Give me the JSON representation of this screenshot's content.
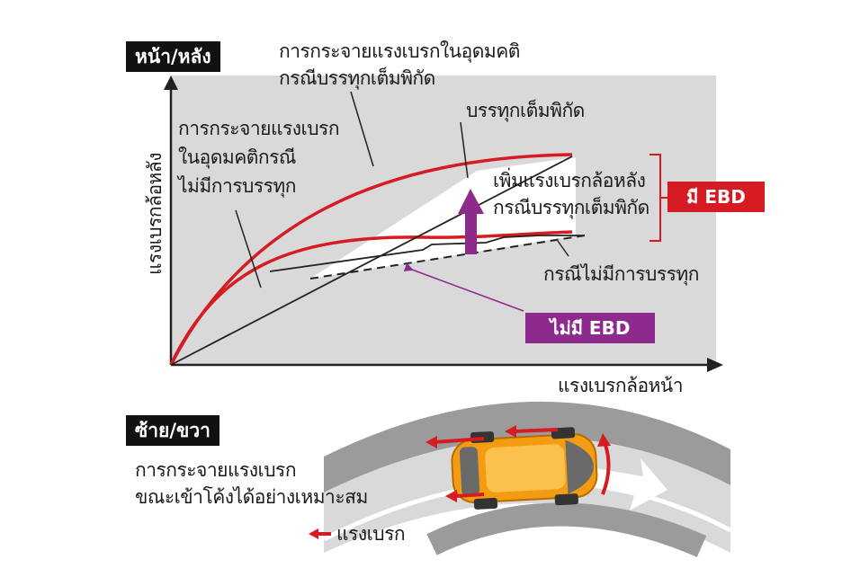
{
  "colors": {
    "red": "#d61b22",
    "purple": "#8e2a8b",
    "panel": "#d9d9d9",
    "car": "#f39c12"
  },
  "top_section": {
    "tag": "หน้า/หลัง",
    "y_axis_label": "แรงเบรกล้อหลัง",
    "x_axis_label": "แรงเบรกล้อหน้า",
    "ideal_full_label_line1": "การกระจายแรงเบรกในอุดมคติ",
    "ideal_full_label_line2": "กรณีบรรทุกเต็มพิกัด",
    "ideal_empty_label_line1": "การกระจายแรงเบรก",
    "ideal_empty_label_line2": "ในอุดมคติกรณี",
    "ideal_empty_label_line3": "ไม่มีการบรรทุก",
    "full_load_label": "บรรทุกเต็มพิกัด",
    "increase_label_line1": "เพิ่มแรงเบรกล้อหลัง",
    "increase_label_line2": "กรณีบรรทุกเต็มพิกัด",
    "no_load_label": "กรณีไม่มีการบรรทุก",
    "with_ebd_badge": "มี EBD",
    "without_ebd_badge": "ไม่มี EBD"
  },
  "bottom_section": {
    "tag": "ซ้าย/ขวา",
    "desc_line1": "การกระจายแรงเบรก",
    "desc_line2": "ขณะเข้าโค้งได้อย่างเหมาะสม",
    "legend_label": "แรงเบรก"
  }
}
